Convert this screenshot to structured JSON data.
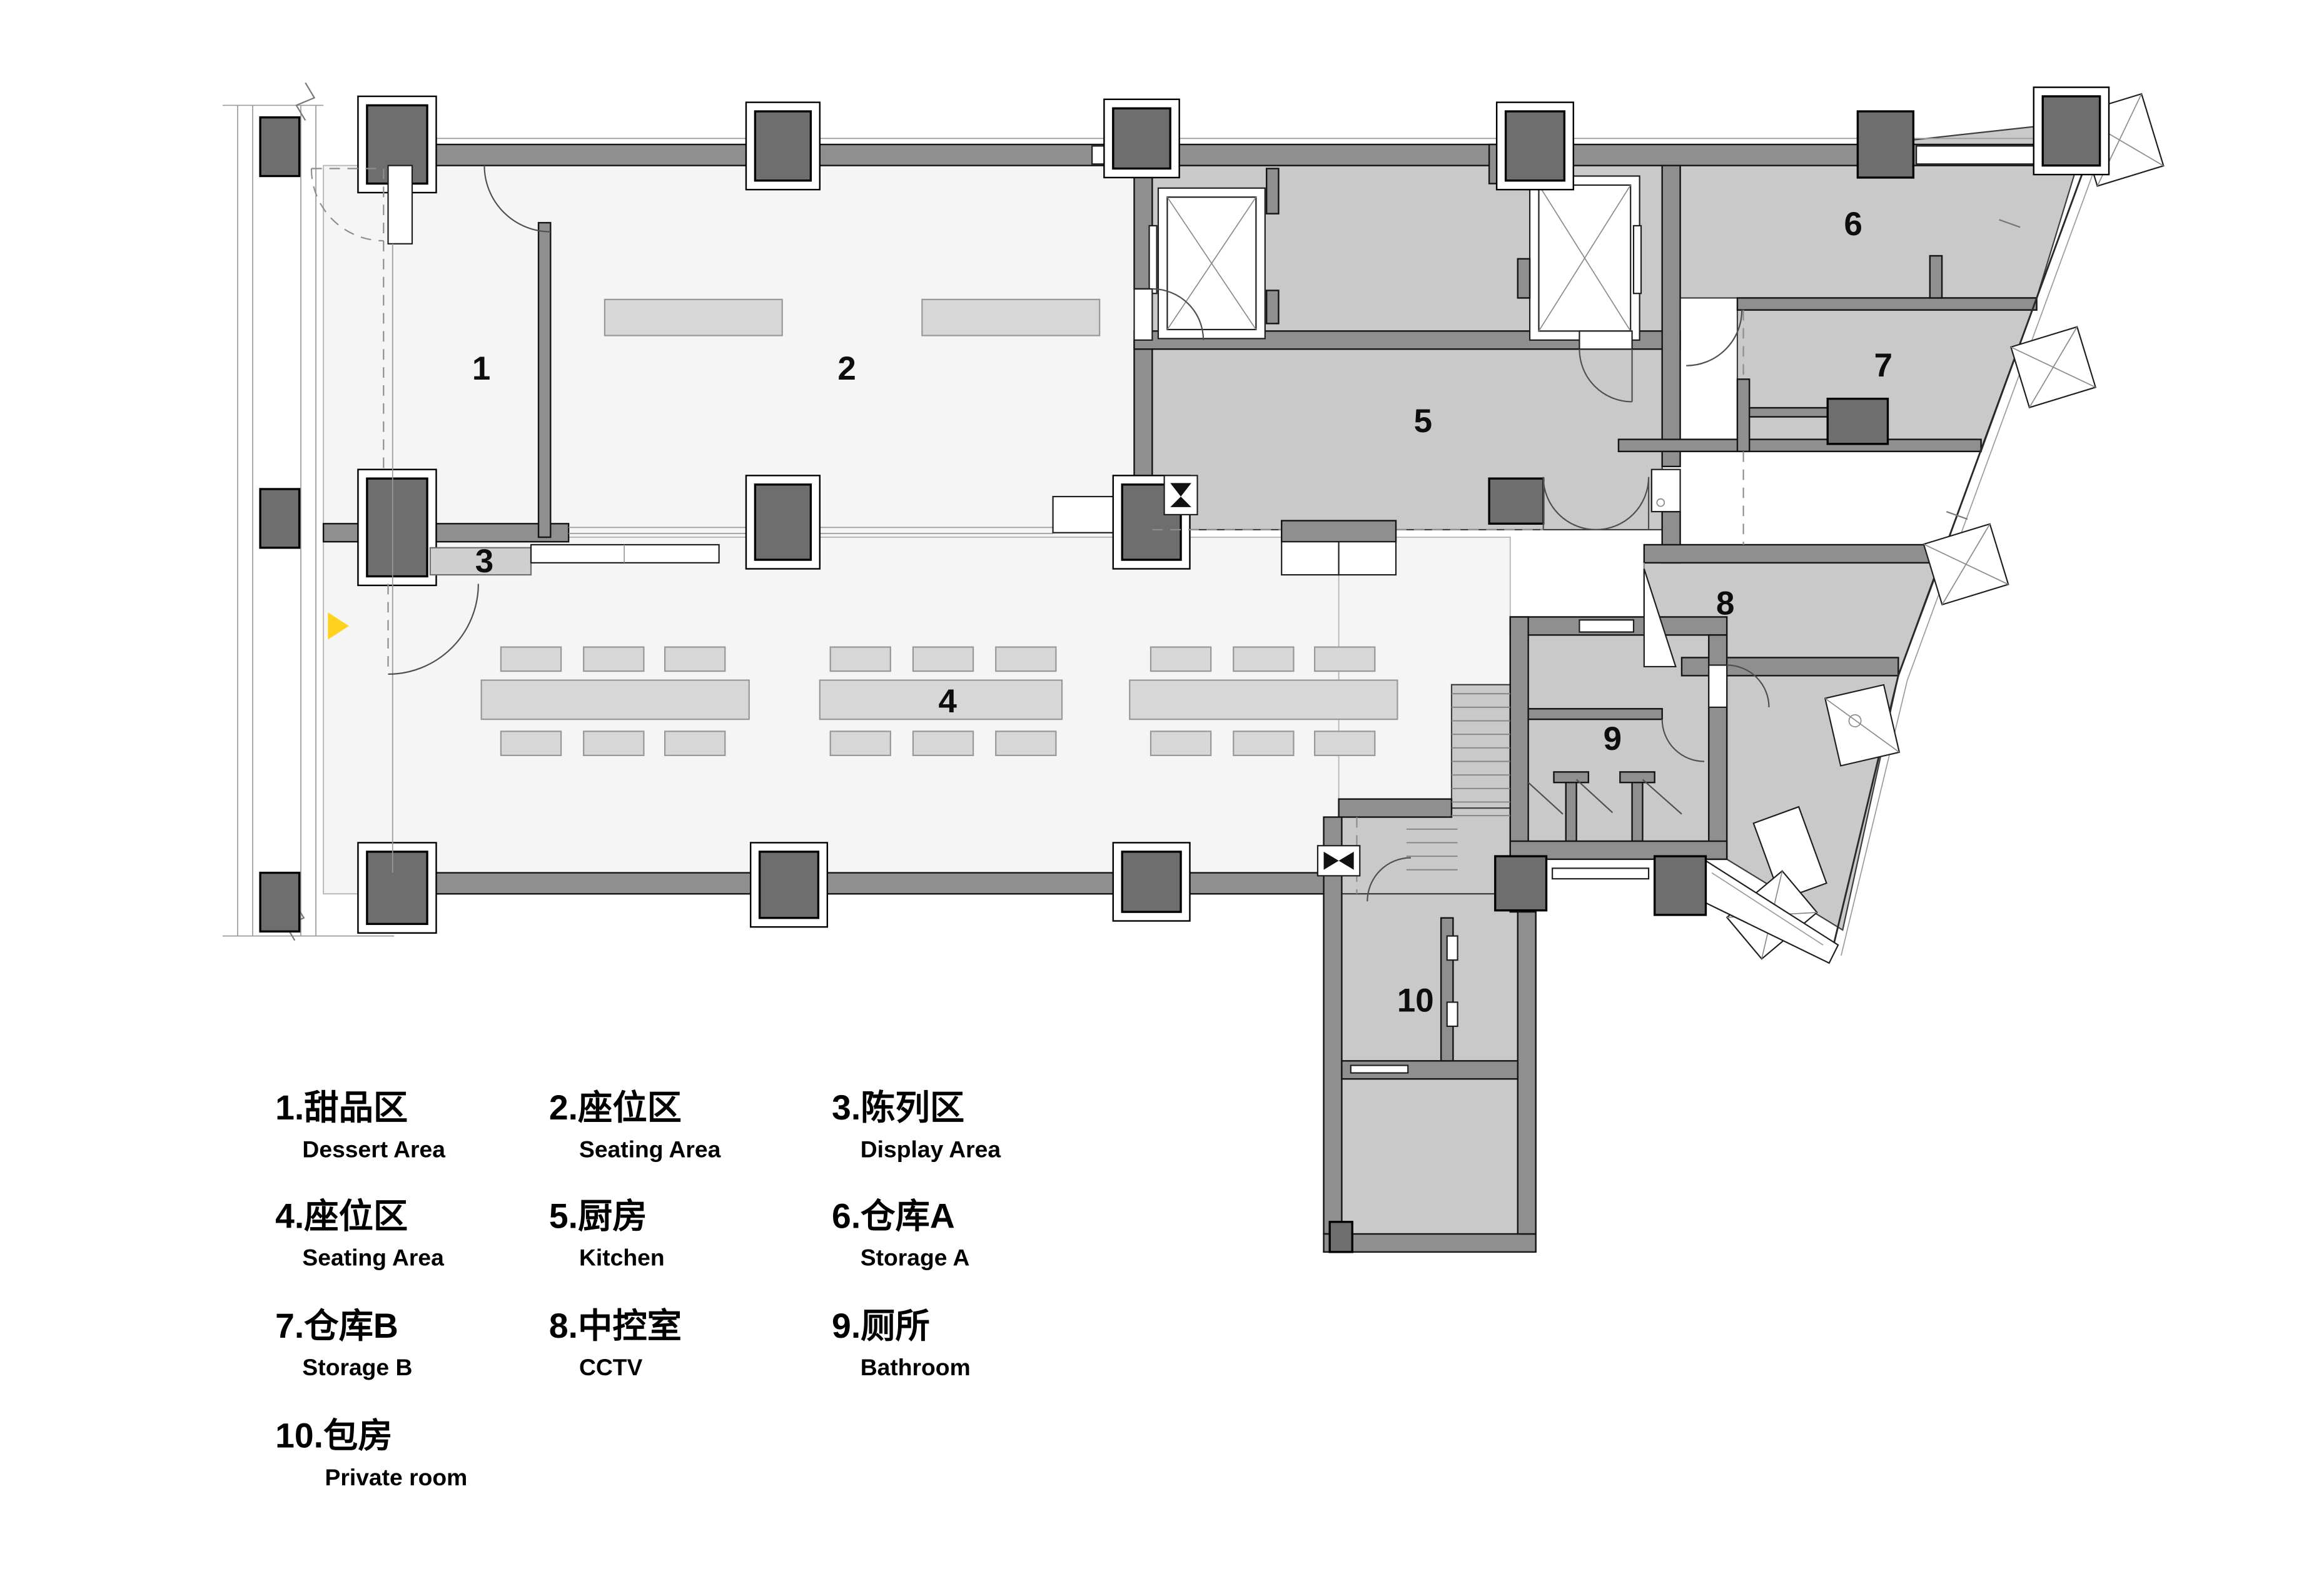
{
  "title": "Restaurant floor plan with numbered room legend",
  "colors": {
    "wall": "#8f8f8f",
    "column": "#6e6e6e",
    "floorFront": "#f5f5f5",
    "floorBack": "#c9c9c9",
    "table": "#d7d7d7",
    "shelf": "#cfcfcf",
    "arrow": "#ffd21e"
  },
  "rooms": [
    {
      "num": "1",
      "zh_label": "1.甜品区",
      "en": "Dessert Area"
    },
    {
      "num": "2",
      "zh_label": "2.座位区",
      "en": "Seating Area"
    },
    {
      "num": "3",
      "zh_label": "3.陈列区",
      "en": "Display Area"
    },
    {
      "num": "4",
      "zh_label": "4.座位区",
      "en": "Seating Area"
    },
    {
      "num": "5",
      "zh_label": "5.厨房",
      "en": "Kitchen"
    },
    {
      "num": "6",
      "zh_label": "6.仓库A",
      "en": "Storage A"
    },
    {
      "num": "7",
      "zh_label": "7.仓库B",
      "en": "Storage B"
    },
    {
      "num": "8",
      "zh_label": "8.中控室",
      "en": "CCTV"
    },
    {
      "num": "9",
      "zh_label": "9.厕所",
      "en": "Bathroom"
    },
    {
      "num": "10",
      "zh_label": "10.包房",
      "en": "Private room"
    }
  ]
}
